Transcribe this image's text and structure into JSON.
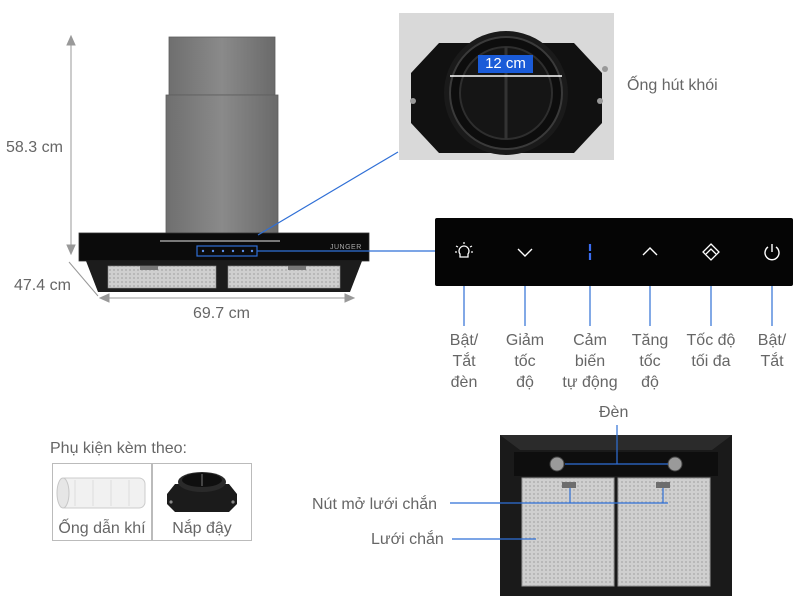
{
  "dimensions": {
    "height": "58.3 cm",
    "depth": "47.4 cm",
    "width": "69.7 cm",
    "pipe_diameter": "12 cm"
  },
  "pipe_label": "Ống hút khói",
  "brand": "JUNGER",
  "controls": [
    {
      "icon": "light-bulb-icon",
      "label_lines": [
        "Bật/",
        "Tắt",
        "đèn"
      ]
    },
    {
      "icon": "chevron-down-icon",
      "label_lines": [
        "Giảm",
        "tốc",
        "độ"
      ]
    },
    {
      "icon": "auto-sensor-icon",
      "label_lines": [
        "Cảm",
        "biến",
        "tự động"
      ]
    },
    {
      "icon": "chevron-up-icon",
      "label_lines": [
        "Tăng",
        "tốc",
        "độ"
      ]
    },
    {
      "icon": "max-speed-icon",
      "label_lines": [
        "Tốc độ",
        "tối đa"
      ]
    },
    {
      "icon": "power-icon",
      "label_lines": [
        "Bật/",
        "Tắt"
      ]
    }
  ],
  "accessories": {
    "title": "Phụ kiện kèm theo:",
    "items": [
      "Ống dẫn khí",
      "Nắp đậy"
    ]
  },
  "underside": {
    "light_label": "Đèn",
    "filter_button_label": "Nút mở lưới chắn",
    "filter_label": "Lưới chắn"
  },
  "colors": {
    "panel": "#050505",
    "accent_blue": "#1a5bd8",
    "callout_line": "#2f6fd6",
    "steel": "#7d7d7d"
  }
}
